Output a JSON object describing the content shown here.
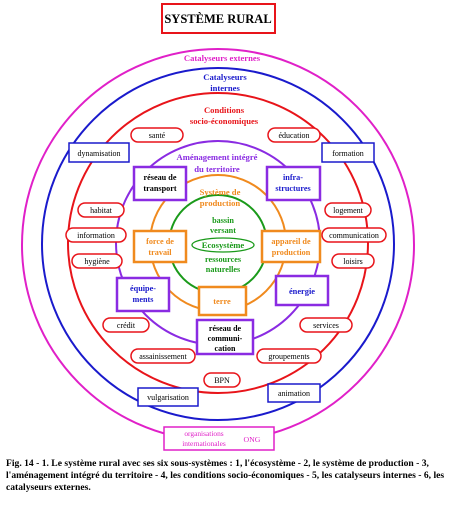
{
  "title": "SYSTÈME RURAL",
  "rings": {
    "r6": "Catalyseurs externes",
    "r5_l1": "Catalyseurs",
    "r5_l2": "internes",
    "r4_l1": "Conditions",
    "r4_l2": "socio-économiques",
    "r3_l1": "Aménagement intégré",
    "r3_l2": "du territoire",
    "r2_l1": "Système de",
    "r2_l2": "production",
    "core_top_l1": "bassin",
    "core_top_l2": "versant",
    "core_center": "Ecosystème",
    "core_bot_l1": "ressources",
    "core_bot_l2": "naturelles"
  },
  "production": {
    "left_l1": "force de",
    "left_l2": "travail",
    "right_l1": "appareil de",
    "right_l2": "production",
    "bottom": "terre"
  },
  "amenagement": {
    "transport_l1": "réseau de",
    "transport_l2": "transport",
    "infra_l1": "infra-",
    "infra_l2": "structures",
    "equip_l1": "équipe-",
    "equip_l2": "ments",
    "energie": "énergie",
    "comm_l1": "réseau de",
    "comm_l2": "communi-",
    "comm_l3": "cation"
  },
  "socio": {
    "sante": "santé",
    "education": "éducation",
    "habitat": "habitat",
    "logement": "logement",
    "information": "information",
    "communication": "communication",
    "hygiene": "hygiène",
    "loisirs": "loisirs",
    "credit": "crédit",
    "services": "services",
    "assainissement": "assainissement",
    "groupements": "groupements",
    "bpn": "BPN"
  },
  "internes": {
    "dynamisation": "dynamisation",
    "formation": "formation",
    "vulgarisation": "vulgarisation",
    "animation": "animation"
  },
  "externes": {
    "org_l1": "organisations",
    "org_l2": "internationales",
    "ong": "ONG"
  },
  "caption": "Fig. 14 - 1. Le système rural avec ses six sous-systèmes : 1, l'écosystème - 2, le système de production - 3, l'aménagement intégré du territoire - 4, les conditions socio-économiques - 5, les catalyseurs internes - 6, les catalyseurs externes.",
  "colors": {
    "red": "#e8141a",
    "blue": "#1a1acc",
    "purple": "#8a2be2",
    "magenta": "#e020c8",
    "orange": "#f08a1e",
    "green": "#1a9a1a"
  }
}
